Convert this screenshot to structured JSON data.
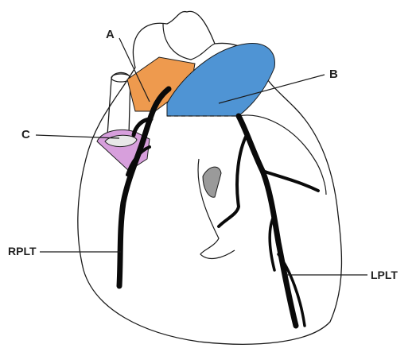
{
  "labels": {
    "a": "A",
    "b": "B",
    "c": "C",
    "rplt": "RPLT",
    "lplt": "LPLT"
  },
  "colors": {
    "region_a": "#ee9a4e",
    "region_b": "#4f94d4",
    "region_c": "#d79fdc",
    "outline": "#1a1a1a",
    "vessel": "#0a0a0a",
    "background": "#ffffff"
  }
}
